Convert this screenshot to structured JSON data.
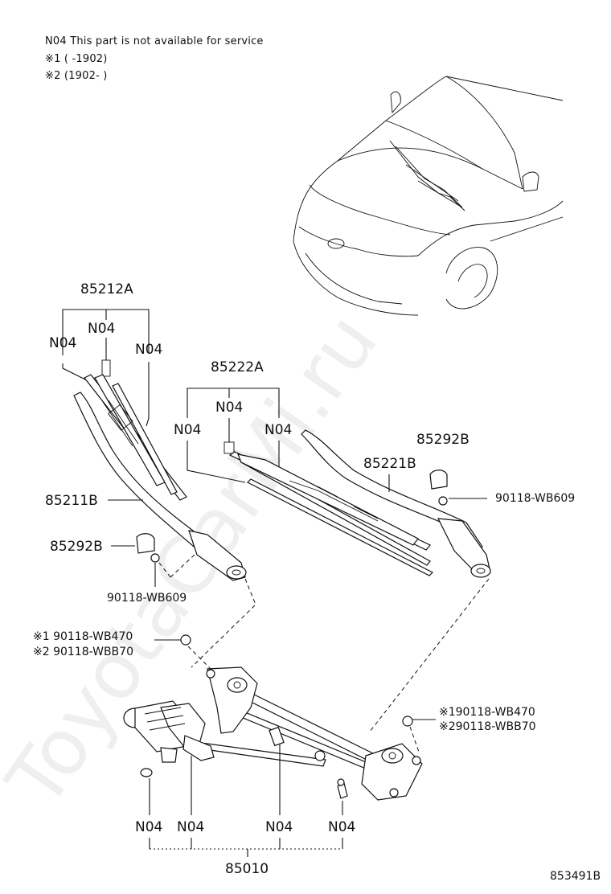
{
  "notes": {
    "line1": "N04 This part is not available for service",
    "line2": "※1 (      -1902)",
    "line3": "※2 (1902-      )"
  },
  "labels": {
    "p85212A": "85212A",
    "p85211B": "85211B",
    "p85222A": "85222A",
    "p85221B": "85221B",
    "p85292B_right": "85292B",
    "p85292B_left": "85292B",
    "p90118_WB609_right": "90118-WB609",
    "p90118_WB609_left": "90118-WB609",
    "n04": "N04",
    "left_bolt_1": "※1 90118-WB470",
    "left_bolt_2": "※2 90118-WBB70",
    "right_bolt_1": "※190118-WB470",
    "right_bolt_2": "※290118-WBB70",
    "p85010": "85010",
    "figure_code": "853491B"
  },
  "watermark": "ToyotaCarMi.ru"
}
